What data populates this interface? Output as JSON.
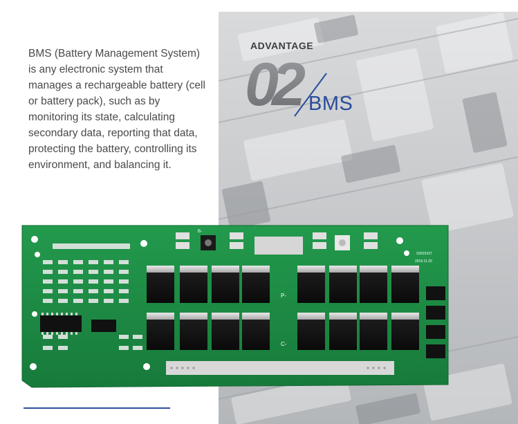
{
  "intro": {
    "text": "BMS (Battery Management System) is any electronic system that manages a rechargeable battery (cell or battery pack), such as by monitoring its state, calculating secondary data, reporting that data, protecting the battery, controlling its environment, and balancing it."
  },
  "advantage": {
    "label": "ADVANTAGE",
    "number": "02",
    "subject": "BMS"
  },
  "board": {
    "pad_labels": [
      "P-",
      "C-"
    ],
    "part_codes": [
      "B-",
      "S3919107",
      "2019.11.20"
    ]
  },
  "colors": {
    "body_text": "#4a4a4a",
    "accent_blue": "#2a4c9a",
    "pcb_green": "#1e8a45",
    "number_grey": "#7d7f82",
    "photo_grey": "#c3c5c8"
  }
}
